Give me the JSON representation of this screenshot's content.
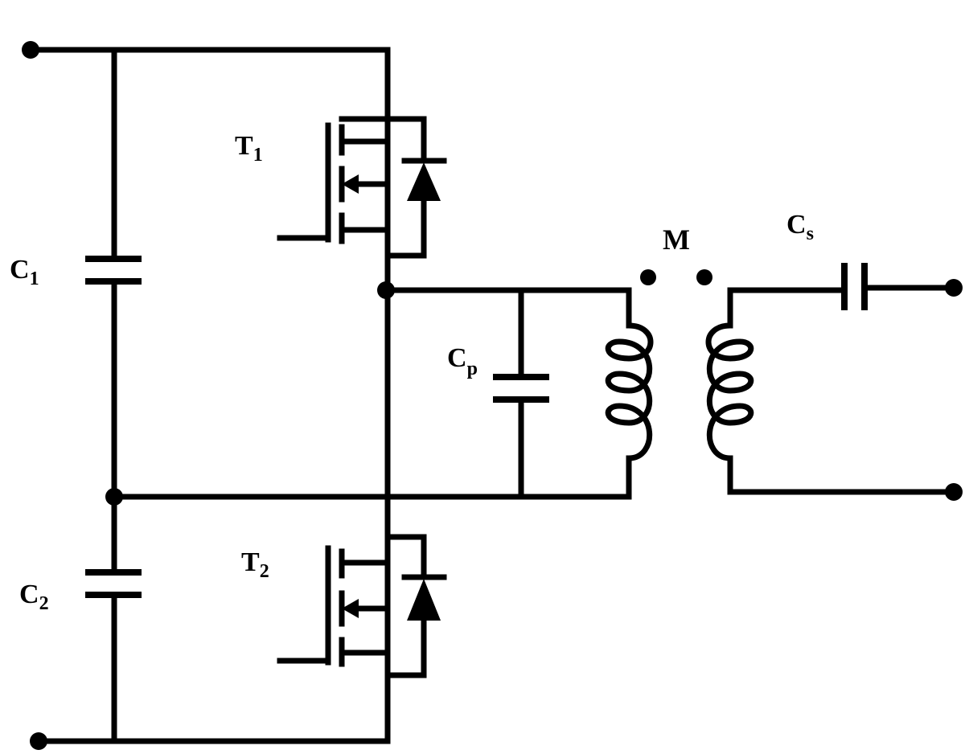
{
  "labels": {
    "c1": {
      "main": "C",
      "sub": "1"
    },
    "c2": {
      "main": "C",
      "sub": "2"
    },
    "t1": {
      "main": "T",
      "sub": "1"
    },
    "t2": {
      "main": "T",
      "sub": "2"
    },
    "cp": {
      "main": "C",
      "sub": "p"
    },
    "cs": {
      "main": "C",
      "sub": "s"
    },
    "m": "M"
  }
}
